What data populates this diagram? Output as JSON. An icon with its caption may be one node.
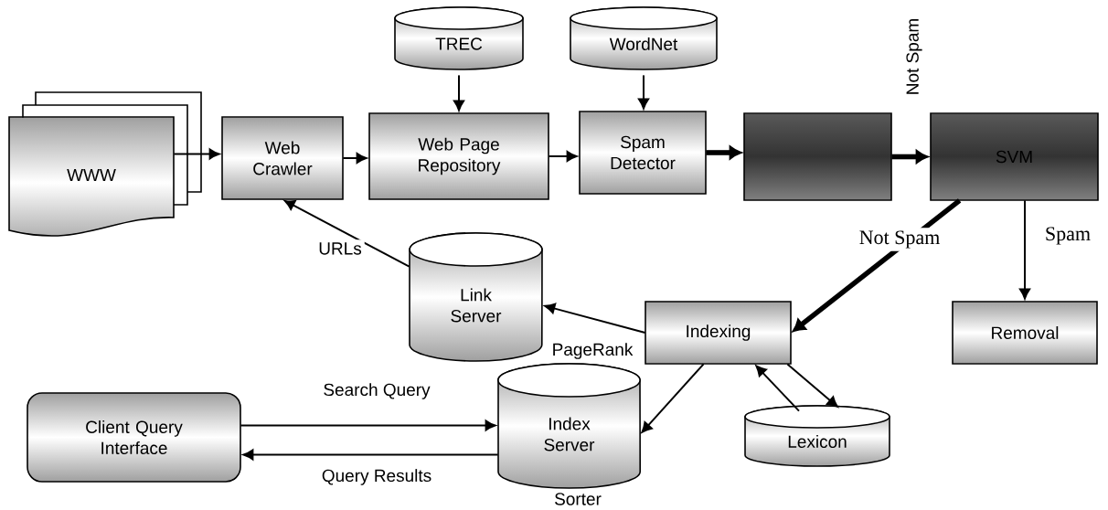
{
  "diagram": {
    "nodes": [
      {
        "text": [
          "WWW"
        ]
      },
      {
        "text": [
          "Web Crawler"
        ]
      },
      {
        "text": [
          "Web Page Repository"
        ]
      },
      {
        "text": [
          "TREC"
        ]
      },
      {
        "text": [
          "Spam Detector"
        ]
      },
      {
        "text": [
          "WordNet"
        ]
      },
      {
        "text": [],
        "shape": "box"
      },
      {
        "text": [
          "SVM"
        ]
      },
      {
        "text": [
          "Link Server"
        ],
        "beside": [
          "PageRank"
        ]
      },
      {
        "text": [
          "Indexing"
        ]
      },
      {
        "text": [
          "Removal"
        ]
      },
      {
        "text": [
          "Index Server"
        ],
        "beside": [
          "Sorter"
        ]
      },
      {
        "text": [
          "Lexicon"
        ]
      },
      {
        "text": [
          "Client Query Interface"
        ]
      }
    ],
    "edges": [
      {
        "from": 0,
        "to": 1,
        "arrow": "to"
      },
      {
        "from": 1,
        "to": 2,
        "arrow": "to"
      },
      {
        "from": 3,
        "to": 2,
        "arrow": "to"
      },
      {
        "from": 2,
        "to": 4,
        "arrow": "to"
      },
      {
        "from": 5,
        "to": 4,
        "arrow": "to"
      },
      {
        "from": 4,
        "to": 6,
        "arrow": "to",
        "style": "thick"
      },
      {
        "from": 6,
        "to": 7,
        "arrow": "to",
        "style": "thick",
        "label": "Not Spam"
      },
      {
        "from": 7,
        "to": 9,
        "arrow": "to",
        "style": "thick",
        "label": "Not Spam"
      },
      {
        "from": 7,
        "to": 10,
        "arrow": "to",
        "label": "Spam"
      },
      {
        "from": 9,
        "to": 8,
        "arrow": "to"
      },
      {
        "from": 8,
        "to": 1,
        "arrow": "to",
        "label": "URLs"
      },
      {
        "from": 9,
        "to": 11,
        "arrow": "to"
      },
      {
        "from": 9,
        "to": 12,
        "arrow": "to"
      },
      {
        "from": 12,
        "to": 9,
        "arrow": "to"
      },
      {
        "from": 13,
        "to": 11,
        "arrow": "to",
        "label": "Search Query"
      },
      {
        "from": 11,
        "to": 13,
        "arrow": "to",
        "label": "Query Results"
      }
    ]
  }
}
